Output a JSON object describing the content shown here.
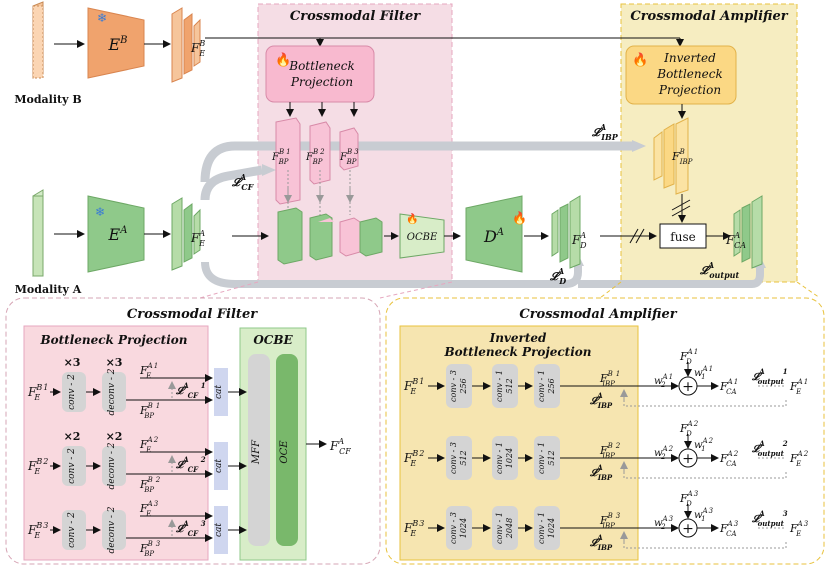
{
  "colors": {
    "orange": "#f0a36d",
    "green": "#8fc98a",
    "pink_panel": "#f5dde5",
    "yellow_panel": "#f6edc1",
    "pink_box": "#f8b9cf",
    "yellow_box": "#fbd884",
    "gray_arrow": "#c8ccd2",
    "lavender": "#cfd6ef",
    "ocbe_green": "#d8edc8",
    "mff_gray": "#d4d4d4",
    "oce_green": "#79b86b"
  },
  "icons": [
    "snowflake-icon",
    "flame-icon"
  ],
  "top": {
    "crossmodal_filter_title": "Crossmodal Filter",
    "crossmodal_amplifier_title": "Crossmodal Amplifier",
    "modality_b": "Modality B",
    "modality_a": "Modality A",
    "encoder_b": "E",
    "encoder_b_sup": "B",
    "encoder_a": "E",
    "encoder_a_sup": "A",
    "feature_b": "F",
    "feature_b_sub": "E",
    "feature_b_sup": "B",
    "feature_a": "F",
    "feature_a_sub": "E",
    "feature_a_sup": "A",
    "bottleneck_projection": [
      "Bottleneck",
      "Projection"
    ],
    "inverted_bottleneck_projection": [
      "Inverted",
      "Bottleneck",
      "Projection"
    ],
    "bp1": "F",
    "bp_sub": "BP",
    "bp_sup": "B",
    "bp_idx": [
      "1",
      "2",
      "3"
    ],
    "ibp": "F",
    "ibp_sub": "IBP",
    "ibp_sup": "B",
    "loss_cf": "𝓛",
    "loss_cf_sub": "CF",
    "loss_cf_sup": "A",
    "loss_ibp": "𝓛",
    "loss_ibp_sub": "IBP",
    "loss_ibp_sup": "A",
    "ocbe": "OCBE",
    "decoder": "D",
    "decoder_sup": "A",
    "fd": "F",
    "fd_sub": "D",
    "fd_sup": "A",
    "loss_d": "𝓛",
    "loss_d_sub": "D",
    "loss_d_sup": "A",
    "fuse": "fuse",
    "fca": "F",
    "fca_sub": "CA",
    "fca_sup": "A",
    "loss_out": "𝓛",
    "loss_out_sub": "output",
    "loss_out_sup": "A"
  },
  "bottom_left": {
    "title": "Crossmodal Filter",
    "bp_title": "Bottleneck Projection",
    "ocbe_title": "OCBE",
    "rows": [
      {
        "input": "F",
        "input_sub": "E",
        "input_sup": "B",
        "idx": "1",
        "mult": "×3",
        "conv": "conv - 2",
        "deconv": "deconv - 2",
        "fea": "F",
        "fea_sub": "E",
        "fea_sup": "A",
        "loss": "𝓛",
        "loss_sub": "CF",
        "loss_sup": "A",
        "fbp": "F",
        "fbp_sub": "BP",
        "fbp_sup": "B",
        "cat": "cat"
      },
      {
        "input": "F",
        "input_sub": "E",
        "input_sup": "B",
        "idx": "2",
        "mult": "×2",
        "conv": "conv - 2",
        "deconv": "deconv - 2",
        "fea": "F",
        "fea_sub": "E",
        "fea_sup": "A",
        "loss": "𝓛",
        "loss_sub": "CF",
        "loss_sup": "A",
        "fbp": "F",
        "fbp_sub": "BP",
        "fbp_sup": "B",
        "cat": "cat"
      },
      {
        "input": "F",
        "input_sub": "E",
        "input_sup": "B",
        "idx": "3",
        "mult": "",
        "conv": "conv - 2",
        "deconv": "deconv - 2",
        "fea": "F",
        "fea_sub": "E",
        "fea_sup": "A",
        "loss": "𝓛",
        "loss_sub": "CF",
        "loss_sup": "A",
        "fbp": "F",
        "fbp_sub": "BP",
        "fbp_sup": "B",
        "cat": "cat"
      }
    ],
    "mff": "MFF",
    "oce": "OCE",
    "output": "F",
    "output_sub": "CF",
    "output_sup": "A"
  },
  "bottom_right": {
    "title": "Crossmodal Amplifier",
    "ibp_title": [
      "Inverted",
      "Bottleneck Projection"
    ],
    "rows": [
      {
        "input": "F",
        "input_sub": "E",
        "input_sup": "B",
        "idx": "1",
        "convs": [
          [
            "conv - 3",
            "256"
          ],
          [
            "conv - 1",
            "512"
          ],
          [
            "conv - 1",
            "256"
          ]
        ],
        "fibp": "F",
        "fibp_sub": "IBP",
        "fibp_sup": "B",
        "loss": "𝓛",
        "loss_sub": "IBP",
        "loss_sup": "A",
        "fd": "F",
        "fd_sub": "D",
        "fd_sup": "A",
        "w1": "w",
        "w1_sub": "1",
        "w1_sup": "A",
        "w2": "w",
        "w2_sub": "2",
        "w2_sup": "A",
        "fca": "F",
        "fca_sub": "CA",
        "fca_sup": "A",
        "lout": "𝓛",
        "lout_sub": "output",
        "lout_sup": "A",
        "fe": "F",
        "fe_sub": "E",
        "fe_sup": "A"
      },
      {
        "input": "F",
        "input_sub": "E",
        "input_sup": "B",
        "idx": "2",
        "convs": [
          [
            "conv - 3",
            "512"
          ],
          [
            "conv - 1",
            "1024"
          ],
          [
            "conv - 1",
            "512"
          ]
        ],
        "fibp": "F",
        "fibp_sub": "IBP",
        "fibp_sup": "B",
        "loss": "𝓛",
        "loss_sub": "IBP",
        "loss_sup": "A",
        "fd": "F",
        "fd_sub": "D",
        "fd_sup": "A",
        "w1": "w",
        "w1_sub": "1",
        "w1_sup": "A",
        "w2": "w",
        "w2_sub": "2",
        "w2_sup": "A",
        "fca": "F",
        "fca_sub": "CA",
        "fca_sup": "A",
        "lout": "𝓛",
        "lout_sub": "output",
        "lout_sup": "A",
        "fe": "F",
        "fe_sub": "E",
        "fe_sup": "A"
      },
      {
        "input": "F",
        "input_sub": "E",
        "input_sup": "B",
        "idx": "3",
        "convs": [
          [
            "conv - 3",
            "1024"
          ],
          [
            "conv - 1",
            "2048"
          ],
          [
            "conv - 1",
            "1024"
          ]
        ],
        "fibp": "F",
        "fibp_sub": "IBP",
        "fibp_sup": "B",
        "loss": "𝓛",
        "loss_sub": "IBP",
        "loss_sup": "A",
        "fd": "F",
        "fd_sub": "D",
        "fd_sup": "A",
        "w1": "w",
        "w1_sub": "1",
        "w1_sup": "A",
        "w2": "w",
        "w2_sub": "2",
        "w2_sup": "A",
        "fca": "F",
        "fca_sub": "CA",
        "fca_sup": "A",
        "lout": "𝓛",
        "lout_sub": "output",
        "lout_sup": "A",
        "fe": "F",
        "fe_sub": "E",
        "fe_sup": "A"
      }
    ]
  }
}
